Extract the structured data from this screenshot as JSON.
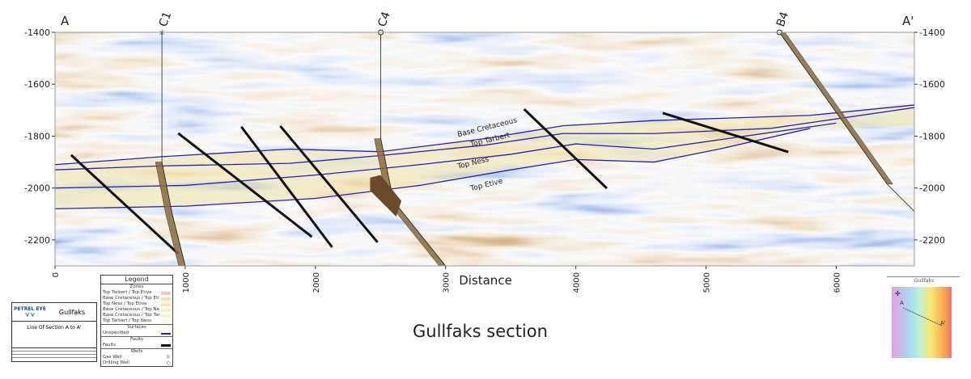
{
  "title": "Gullfaks section",
  "section_ends": {
    "left": "A",
    "right": "A'"
  },
  "axes": {
    "xlabel": "Distance",
    "xlim": [
      0,
      6600
    ],
    "xticks": [
      0,
      1000,
      2000,
      3000,
      4000,
      5000,
      6000
    ],
    "ylim": [
      -2300,
      -1400
    ],
    "yticks": [
      -1400,
      -1600,
      -1800,
      -2000,
      -2200
    ]
  },
  "horizons": [
    {
      "name": "Base Cretaceous",
      "points": [
        [
          0,
          -1910
        ],
        [
          800,
          -1880
        ],
        [
          1800,
          -1850
        ],
        [
          2500,
          -1860
        ],
        [
          3300,
          -1810
        ],
        [
          3900,
          -1760
        ],
        [
          4600,
          -1740
        ],
        [
          5800,
          -1720
        ],
        [
          6600,
          -1680
        ]
      ]
    },
    {
      "name": "Top Tarbert",
      "points": [
        [
          0,
          -1930
        ],
        [
          800,
          -1915
        ],
        [
          1800,
          -1905
        ],
        [
          2500,
          -1875
        ],
        [
          3300,
          -1835
        ],
        [
          3900,
          -1790
        ],
        [
          4600,
          -1790
        ],
        [
          5500,
          -1770
        ],
        [
          6600,
          -1690
        ]
      ]
    },
    {
      "name": "Top Ness",
      "points": [
        [
          0,
          -2000
        ],
        [
          1000,
          -1990
        ],
        [
          2000,
          -1950
        ],
        [
          2800,
          -1910
        ],
        [
          3500,
          -1870
        ],
        [
          4000,
          -1830
        ],
        [
          4600,
          -1850
        ],
        [
          5300,
          -1800
        ],
        [
          6000,
          -1750
        ]
      ]
    },
    {
      "name": "Top Etive",
      "points": [
        [
          0,
          -2080
        ],
        [
          1000,
          -2070
        ],
        [
          2000,
          -2040
        ],
        [
          2800,
          -1990
        ],
        [
          3500,
          -1930
        ],
        [
          4000,
          -1890
        ],
        [
          4600,
          -1900
        ],
        [
          5100,
          -1850
        ],
        [
          5800,
          -1770
        ]
      ]
    }
  ],
  "faults": [
    [
      [
        124,
        -1873
      ],
      [
        946,
        -2253
      ]
    ],
    [
      [
        946,
        -1789
      ],
      [
        1973,
        -2188
      ]
    ],
    [
      [
        1431,
        -1764
      ],
      [
        2128,
        -2228
      ]
    ],
    [
      [
        1730,
        -1761
      ],
      [
        2477,
        -2209
      ]
    ],
    [
      [
        3603,
        -1696
      ],
      [
        4238,
        -2001
      ]
    ],
    [
      [
        4667,
        -1711
      ],
      [
        5632,
        -1861
      ]
    ]
  ],
  "wells": [
    {
      "name": "C1",
      "symbol": "gas-well",
      "path": [
        [
          821,
          -1400
        ],
        [
          821,
          -1900
        ],
        [
          900,
          -2100
        ],
        [
          1000,
          -2300
        ]
      ]
    },
    {
      "name": "C4",
      "symbol": "well",
      "path": [
        [
          2502,
          -1400
        ],
        [
          2502,
          -1810
        ],
        [
          2600,
          -2050
        ],
        [
          3000,
          -2300
        ]
      ]
    },
    {
      "name": "B4",
      "symbol": "well",
      "path": [
        [
          5563,
          -1400
        ],
        [
          6391,
          -1985
        ],
        [
          6600,
          -2090
        ]
      ]
    }
  ],
  "legend": {
    "title": "Legend",
    "zones_title": "Zones",
    "zones": [
      {
        "label": "Top Tarbert / Top Etive",
        "color": "#f7c9b0"
      },
      {
        "label": "Base Cretaceous / Top Etive",
        "color": "#fbe0a8"
      },
      {
        "label": "Top Ness / Top Etive",
        "color": "#fbeaa8"
      },
      {
        "label": "Base Cretaceous / Top Ness",
        "color": "#fdf3b0"
      },
      {
        "label": "Base Cretaceous / Top Tarbert",
        "color": "#f3f8c8"
      },
      {
        "label": "Top Tarbert / Top Ness",
        "color": "#f5fae0"
      }
    ],
    "surfaces_title": "Surfaces",
    "surface": "Unspecified",
    "faults_title": "Faults",
    "fault": "Faults",
    "wells_title": "Wells",
    "wells": [
      "Gas Well",
      "Drilling Well"
    ]
  },
  "title_block": {
    "logo": "PETREL EYE",
    "project": "Gullfaks",
    "description": "Line Of Section A to A'"
  },
  "minimap": {
    "title": "Gullfaks",
    "start": "A",
    "end": "A'"
  },
  "colors": {
    "horizon": "#2020c8",
    "fault": "#111111",
    "log": "#8a6a3a",
    "zone": "#f1e3a6"
  }
}
